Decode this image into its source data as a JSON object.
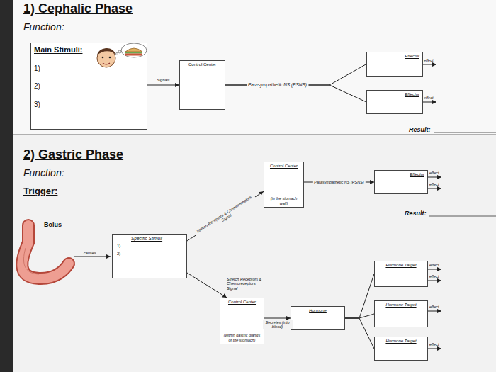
{
  "diagram": {
    "nodes": [
      {
        "text": [
          "Main Stimuli:",
          "1)",
          "2)",
          "3)"
        ]
      },
      {
        "text": [
          "Control Center"
        ]
      },
      {
        "text": [
          "Effector"
        ]
      },
      {
        "text": [
          "Effector"
        ]
      },
      {
        "text": [
          "Specific Stimuli",
          "1)",
          "2)"
        ]
      },
      {
        "text": [
          "Control Center",
          "(in the stomach wall)"
        ]
      },
      {
        "text": [
          "Effector"
        ]
      },
      {
        "text": [
          "Control Center",
          "(within gastric glands of the stomach)"
        ]
      },
      {
        "text": [
          "Hormone"
        ]
      },
      {
        "text": [
          "Hormone Target"
        ]
      },
      {
        "text": [
          "Hormone Target"
        ]
      },
      {
        "text": [
          "Hormone Target"
        ]
      }
    ],
    "edges": [
      {
        "from": 0,
        "to": 1,
        "label": "Signals",
        "arrow": "to"
      },
      {
        "from": 1,
        "to": 2,
        "label": "Parasympathetic NS (PSNS)",
        "arrow": "none"
      },
      {
        "from": 1,
        "to": 3,
        "arrow": "none"
      },
      {
        "from": 4,
        "to": 5,
        "label": "Stretch Receptors & Chemoreceptors Signal",
        "arrow": "to"
      },
      {
        "from": 5,
        "to": 6,
        "label": "Parasympathetic NS (PSNS)",
        "arrow": "to"
      },
      {
        "from": 4,
        "to": 7,
        "label": "Stretch Receptors & Chemoreceptors Signal",
        "arrow": "to"
      },
      {
        "from": 7,
        "to": 8,
        "label": "Secretes (into blood)",
        "arrow": "to"
      },
      {
        "from": 8,
        "to": 9,
        "arrow": "none"
      },
      {
        "from": 8,
        "to": 10,
        "arrow": "none"
      },
      {
        "from": 8,
        "to": 11,
        "arrow": "none"
      }
    ],
    "labels": [
      "1) Cephalic Phase",
      "Function:",
      "effect",
      "effect",
      "Result:",
      "2) Gastric Phase",
      "Function:",
      "Trigger:",
      "effect",
      "effect",
      "Result:",
      "Bolus",
      "causes",
      "effect",
      "effect",
      "effect",
      "effect"
    ]
  }
}
